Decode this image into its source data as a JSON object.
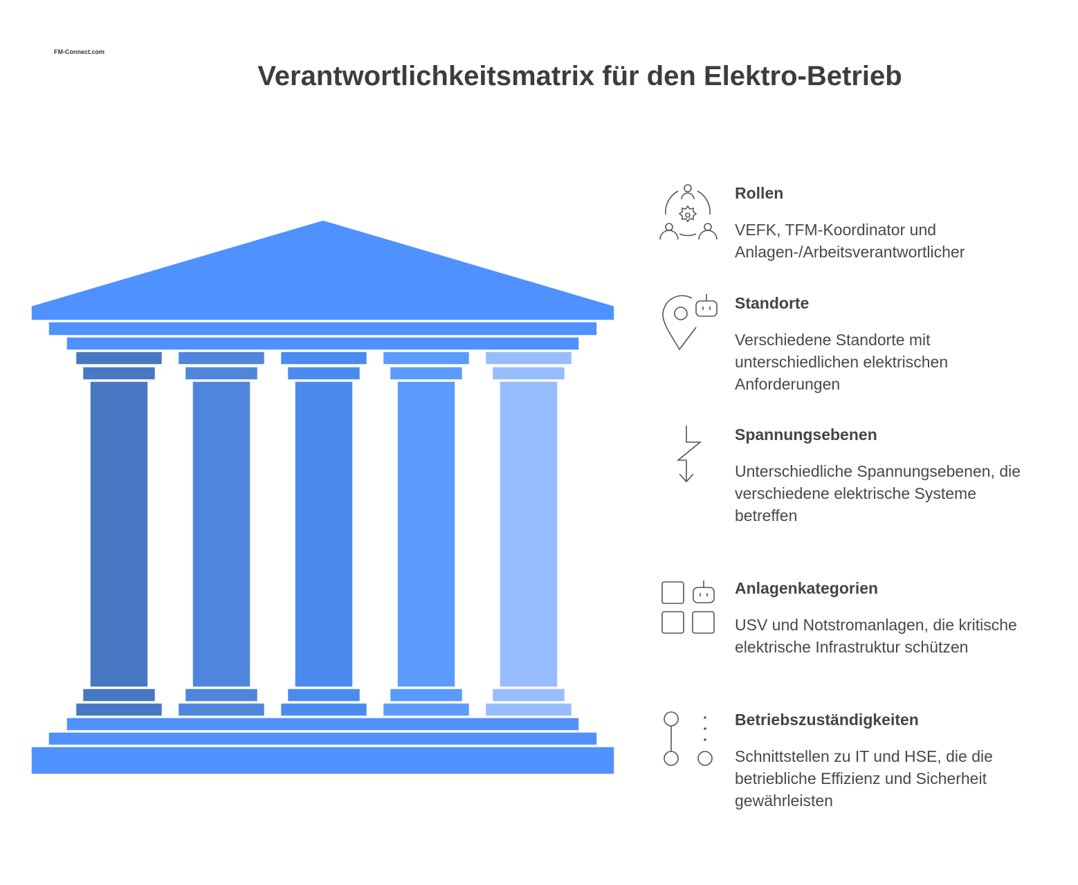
{
  "title": "Verantwortlichkeitsmatrix für den Elektro-Betrieb",
  "logo": "FM-Connect.com",
  "colors": {
    "roof": "#4F92FF",
    "columns": [
      "#4878C3",
      "#4F86DC",
      "#4B8BEF",
      "#5B9BFF",
      "#97BDFF"
    ]
  },
  "items": [
    {
      "heading": "Rollen",
      "text": "VEFK, TFM-Koordinator und Anlagen-/Arbeitsverantwortlicher",
      "icon": "team-gear-icon"
    },
    {
      "heading": "Standorte",
      "text": "Verschiedene Standorte mit unterschiedlichen elektrischen Anforderungen",
      "icon": "location-robot-icon"
    },
    {
      "heading": "Spannungsebenen",
      "text": "Unterschiedliche Spannungsebenen, die verschiedene elektrische Systeme betreffen",
      "icon": "lightning-arrow-icon"
    },
    {
      "heading": "Anlagenkategorien",
      "text": "USV und Notstromanlagen, die kritische elektrische Infrastruktur schützen",
      "icon": "category-grid-icon"
    },
    {
      "heading": "Betriebszuständigkeiten",
      "text": "Schnittstellen zu IT und HSE, die die betriebliche Effizienz und Sicherheit gewährleisten",
      "icon": "connection-nodes-icon"
    }
  ]
}
